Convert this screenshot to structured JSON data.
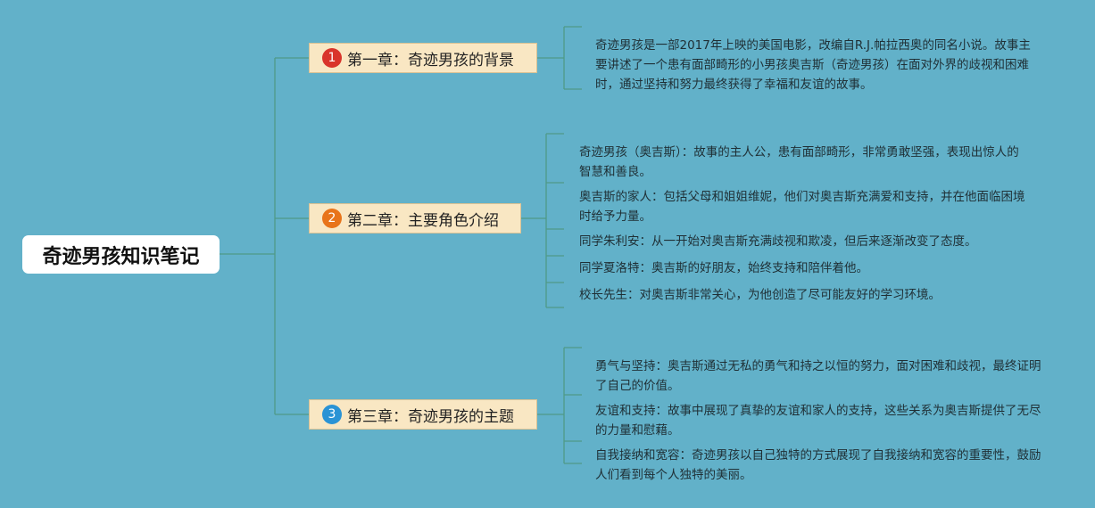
{
  "root": {
    "title": "奇迹男孩知识笔记"
  },
  "chapters": [
    {
      "badge": "1",
      "badge_color": "#d9342b",
      "label": "第一章：奇迹男孩的背景",
      "notes": [
        "奇迹男孩是一部2017年上映的美国电影，改编自R.J.帕拉西奥的同名小说。故事主要讲述了一个患有面部畸形的小男孩奥吉斯（奇迹男孩）在面对外界的歧视和困难时，通过坚持和努力最终获得了幸福和友谊的故事。"
      ]
    },
    {
      "badge": "2",
      "badge_color": "#e8741a",
      "label": "第二章：主要角色介绍",
      "notes": [
        "奇迹男孩（奥吉斯）：故事的主人公，患有面部畸形，非常勇敢坚强，表现出惊人的智慧和善良。",
        "奥吉斯的家人：包括父母和姐姐维妮，他们对奥吉斯充满爱和支持，并在他面临困境时给予力量。",
        "同学朱利安：从一开始对奥吉斯充满歧视和欺凌，但后来逐渐改变了态度。",
        "同学夏洛特：奥吉斯的好朋友，始终支持和陪伴着他。",
        "校长先生：对奥吉斯非常关心，为他创造了尽可能友好的学习环境。"
      ]
    },
    {
      "badge": "3",
      "badge_color": "#2a93d5",
      "label": "第三章：奇迹男孩的主题",
      "notes": [
        "勇气与坚持：奥吉斯通过无私的勇气和持之以恒的努力，面对困难和歧视，最终证明了自己的价值。",
        "友谊和支持：故事中展现了真挚的友谊和家人的支持，这些关系为奥吉斯提供了无尽的力量和慰藉。",
        "自我接纳和宽容：奇迹男孩以自己独特的方式展现了自我接纳和宽容的重要性，鼓励人们看到每个人独特的美丽。"
      ]
    }
  ],
  "colors": {
    "background": "#62b1c9",
    "line": "#4f9a88",
    "chapter_fill": "#f9e7c3"
  }
}
